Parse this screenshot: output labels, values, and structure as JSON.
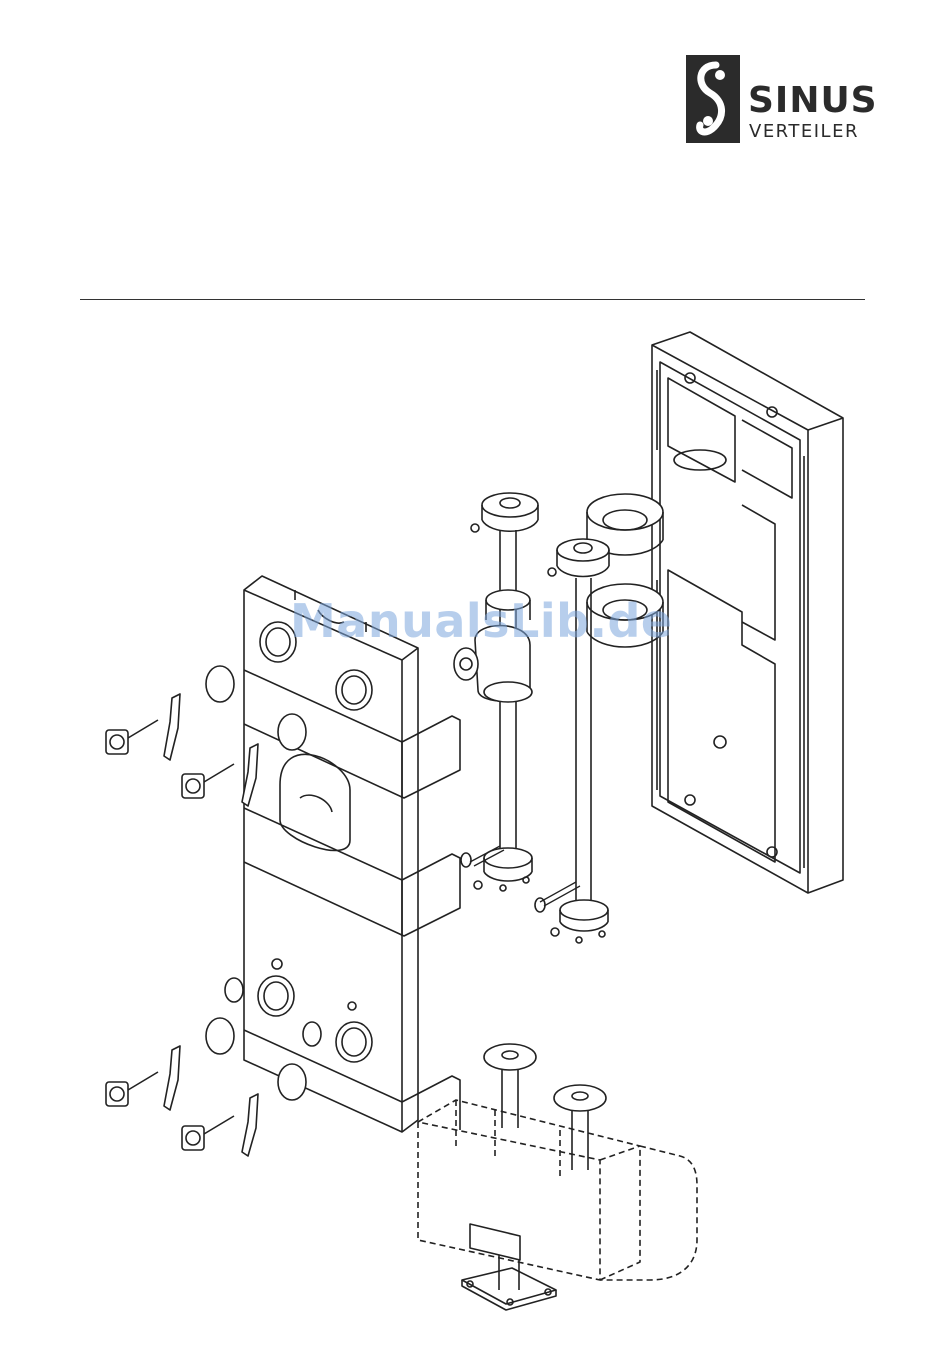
{
  "brand": {
    "name": "SINUS",
    "subtitle": "VERTEILER"
  },
  "watermark": {
    "text": "ManualsLib.de"
  },
  "figure": {
    "components": [
      "insulation-back-shell",
      "insulation-front-shell",
      "hydraulic-separator",
      "flow-pipe",
      "return-pipe",
      "insulation-rings",
      "ball-valves",
      "thermometers",
      "distributor-box",
      "wall-bracket"
    ]
  },
  "colors": {
    "ink": "#2b2b2b",
    "line": "#222222",
    "watermark": "#7ea7dd"
  }
}
